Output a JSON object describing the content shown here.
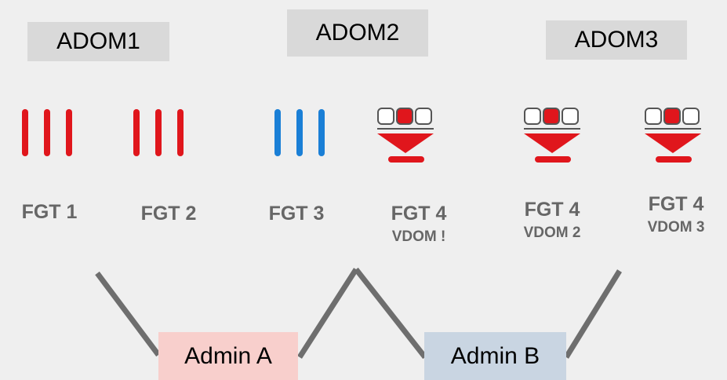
{
  "adoms": [
    "ADOM1",
    "ADOM2",
    "ADOM3"
  ],
  "devices": [
    {
      "name": "FGT 1",
      "sub": "",
      "icon": "fortigate-bars-icon",
      "color": "#e0161c"
    },
    {
      "name": "FGT 2",
      "sub": "",
      "icon": "fortigate-bars-icon",
      "color": "#e0161c"
    },
    {
      "name": "FGT 3",
      "sub": "",
      "icon": "fortigate-bars-icon",
      "color": "#1a7fd6"
    },
    {
      "name": "FGT 4",
      "sub": "VDOM !",
      "icon": "vdom-icon",
      "color": "#e0161c"
    },
    {
      "name": "FGT 4",
      "sub": "VDOM 2",
      "icon": "vdom-icon",
      "color": "#e0161c"
    },
    {
      "name": "FGT 4",
      "sub": "VDOM 3",
      "icon": "vdom-icon",
      "color": "#e0161c"
    }
  ],
  "admins": [
    {
      "label": "Admin A",
      "color": "#f8cfcc"
    },
    {
      "label": "Admin B",
      "color": "#c9d5e2"
    }
  ],
  "colors": {
    "background": "#efefef",
    "adom_box": "#d9d9d9",
    "connector": "#6e6e6e",
    "label": "#666666"
  }
}
